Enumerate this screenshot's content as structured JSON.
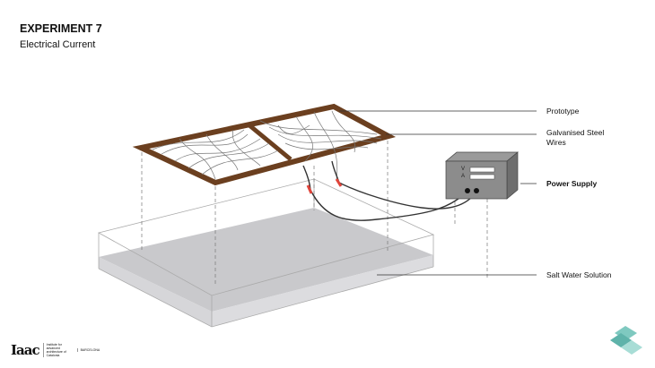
{
  "header": {
    "title": "EXPERIMENT 7",
    "subtitle": "Electrical Current"
  },
  "labels": {
    "prototype": "Prototype",
    "wires_line1": "Galvanised Steel",
    "wires_line2": "Wires",
    "power_supply": "Power Supply",
    "salt_water": "Salt Water Solution"
  },
  "power_supply_panel": {
    "v": "V",
    "a": "A"
  },
  "logo": {
    "mark": "Iaac",
    "sub": "Institute for advanced architecture of Catalonia",
    "city": "BARCELONA"
  },
  "colors": {
    "frame": "#6b3f1f",
    "water": "#cfcfd2",
    "box": "#8a8a8a",
    "clip": "#e0443a"
  }
}
